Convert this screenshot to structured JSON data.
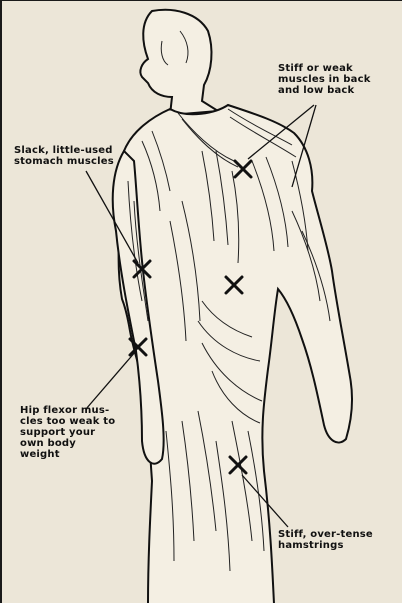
{
  "labels": {
    "back": "Stiff or weak\nmuscles in back\nand low back",
    "stomach": "Slack, little-used\nstomach muscles",
    "hip": "Hip flexor mus-\ncles too weak to\nsupport your\nown body\nweight",
    "hamstrings": "Stiff, over-tense\nhamstrings"
  },
  "colors": {
    "background": "#ece6d8",
    "ink": "#111111",
    "body_fill": "#f4efe3"
  },
  "icons": {
    "marker": "x-mark-icon",
    "figure": "muscle-figure-illustration"
  }
}
